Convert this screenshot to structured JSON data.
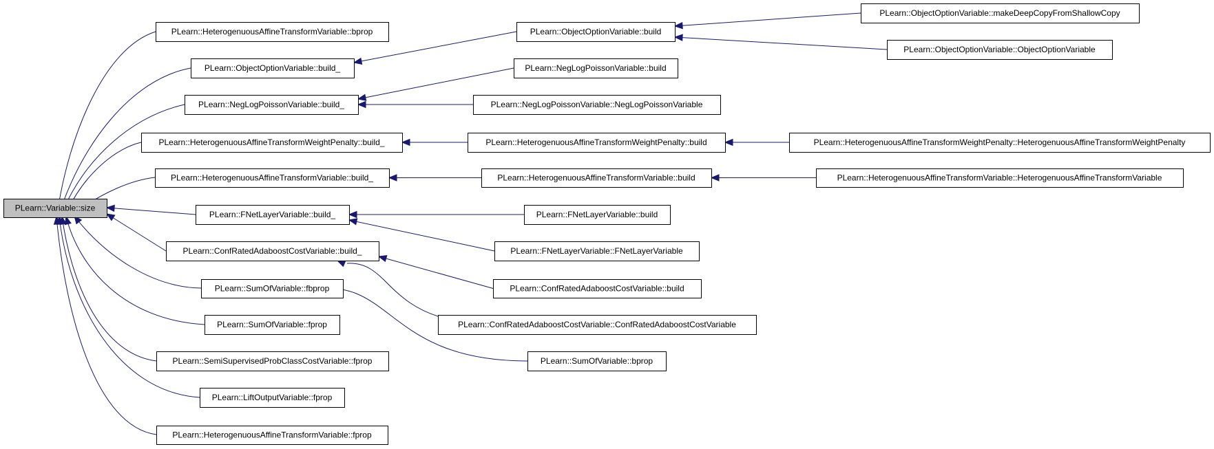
{
  "colors": {
    "edge": "#191970",
    "root_fill": "#bfbfbf",
    "node_fill": "#ffffff",
    "node_stroke": "#000000"
  },
  "nodes": [
    {
      "id": "root",
      "label": "PLearn::Variable::size"
    },
    {
      "id": "c1",
      "label": "PLearn::HeterogenuousAffineTransformVariable::bprop"
    },
    {
      "id": "c2",
      "label": "PLearn::ObjectOptionVariable::build_"
    },
    {
      "id": "c3",
      "label": "PLearn::NegLogPoissonVariable::build_"
    },
    {
      "id": "c4",
      "label": "PLearn::HeterogenuousAffineTransformWeightPenalty::build_"
    },
    {
      "id": "c5",
      "label": "PLearn::HeterogenuousAffineTransformVariable::build_"
    },
    {
      "id": "c6",
      "label": "PLearn::FNetLayerVariable::build_"
    },
    {
      "id": "c7",
      "label": "PLearn::ConfRatedAdaboostCostVariable::build_"
    },
    {
      "id": "c8",
      "label": "PLearn::SumOfVariable::fbprop"
    },
    {
      "id": "c9",
      "label": "PLearn::SumOfVariable::fprop"
    },
    {
      "id": "c10",
      "label": "PLearn::SemiSupervisedProbClassCostVariable::fprop"
    },
    {
      "id": "c11",
      "label": "PLearn::LiftOutputVariable::fprop"
    },
    {
      "id": "c12",
      "label": "PLearn::HeterogenuousAffineTransformVariable::fprop"
    },
    {
      "id": "d1",
      "label": "PLearn::ObjectOptionVariable::build"
    },
    {
      "id": "d2",
      "label": "PLearn::NegLogPoissonVariable::build"
    },
    {
      "id": "d3",
      "label": "PLearn::NegLogPoissonVariable::NegLogPoissonVariable"
    },
    {
      "id": "d4",
      "label": "PLearn::HeterogenuousAffineTransformWeightPenalty::build"
    },
    {
      "id": "d5",
      "label": "PLearn::HeterogenuousAffineTransformVariable::build"
    },
    {
      "id": "d6",
      "label": "PLearn::FNetLayerVariable::build"
    },
    {
      "id": "d7",
      "label": "PLearn::FNetLayerVariable::FNetLayerVariable"
    },
    {
      "id": "d8",
      "label": "PLearn::ConfRatedAdaboostCostVariable::build"
    },
    {
      "id": "d9",
      "label": "PLearn::ConfRatedAdaboostCostVariable::ConfRatedAdaboostCostVariable"
    },
    {
      "id": "d10",
      "label": "PLearn::SumOfVariable::bprop"
    },
    {
      "id": "e1",
      "label": "PLearn::ObjectOptionVariable::makeDeepCopyFromShallowCopy"
    },
    {
      "id": "e2",
      "label": "PLearn::ObjectOptionVariable::ObjectOptionVariable"
    },
    {
      "id": "e3",
      "label": "PLearn::HeterogenuousAffineTransformWeightPenalty::HeterogenuousAffineTransformWeightPenalty"
    },
    {
      "id": "e4",
      "label": "PLearn::HeterogenuousAffineTransformVariable::HeterogenuousAffineTransformVariable"
    }
  ],
  "edges": [
    {
      "from": "c1",
      "to": "root"
    },
    {
      "from": "c2",
      "to": "root"
    },
    {
      "from": "c3",
      "to": "root"
    },
    {
      "from": "c4",
      "to": "root"
    },
    {
      "from": "c5",
      "to": "root"
    },
    {
      "from": "c6",
      "to": "root"
    },
    {
      "from": "c7",
      "to": "root"
    },
    {
      "from": "c8",
      "to": "root"
    },
    {
      "from": "c9",
      "to": "root"
    },
    {
      "from": "c10",
      "to": "root"
    },
    {
      "from": "c11",
      "to": "root"
    },
    {
      "from": "c12",
      "to": "root"
    },
    {
      "from": "d1",
      "to": "c2"
    },
    {
      "from": "d2",
      "to": "c3"
    },
    {
      "from": "d3",
      "to": "c3"
    },
    {
      "from": "d4",
      "to": "c4"
    },
    {
      "from": "d5",
      "to": "c5"
    },
    {
      "from": "d6",
      "to": "c6"
    },
    {
      "from": "d7",
      "to": "c6"
    },
    {
      "from": "d8",
      "to": "c7"
    },
    {
      "from": "d9",
      "to": "c7"
    },
    {
      "from": "d10",
      "to": "c8"
    },
    {
      "from": "e1",
      "to": "d1"
    },
    {
      "from": "e2",
      "to": "d1"
    },
    {
      "from": "e3",
      "to": "d4"
    },
    {
      "from": "e4",
      "to": "d5"
    }
  ]
}
